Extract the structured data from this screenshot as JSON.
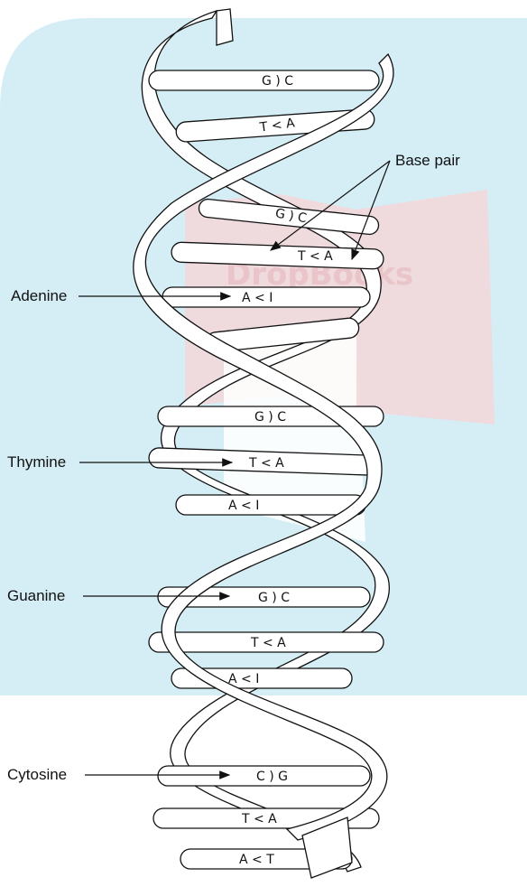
{
  "watermark": "DropBooks",
  "colors": {
    "background_panel": "#d5eef6",
    "watermark": "#e9c2c6",
    "line": "#111111"
  },
  "labels": {
    "base_pair": "Base pair",
    "adenine": "Adenine",
    "thymine": "Thymine",
    "guanine": "Guanine",
    "cytosine": "Cytosine"
  },
  "pairs": [
    "G ) C",
    "T < A",
    "G ) C",
    "T < A",
    "A < I",
    "G ) C",
    "T < A",
    "A < I",
    "G ) C",
    "T < A",
    "A < I",
    "C ) G",
    "T < A",
    "A < T"
  ]
}
